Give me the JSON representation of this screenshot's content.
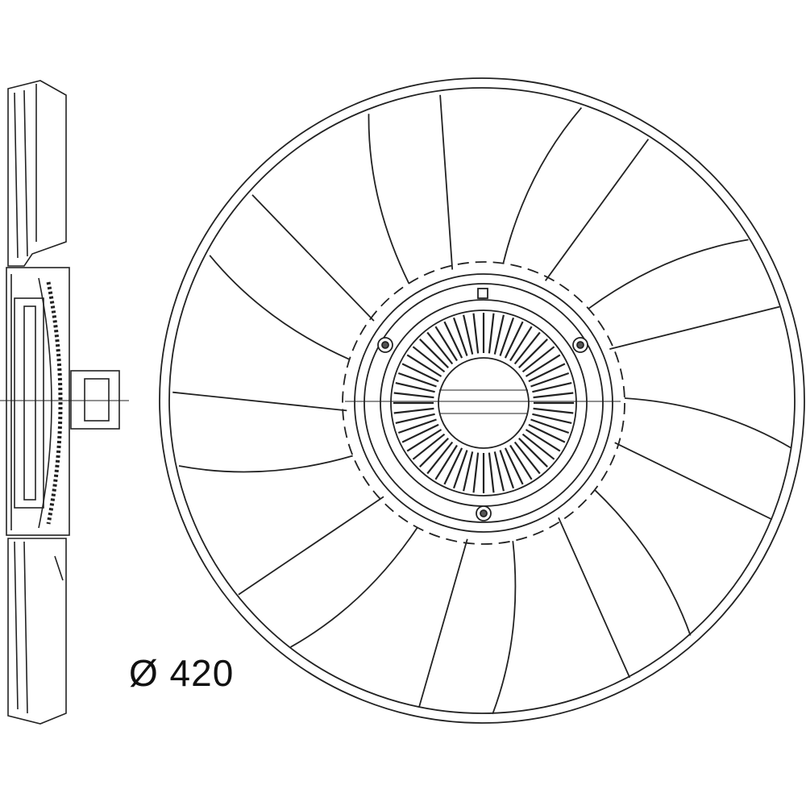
{
  "drawing": {
    "diameter_label": "Ø 420",
    "blade_count": 9,
    "hub_rib_count": 56,
    "bolt_count": 3,
    "line_color": "#222222"
  }
}
